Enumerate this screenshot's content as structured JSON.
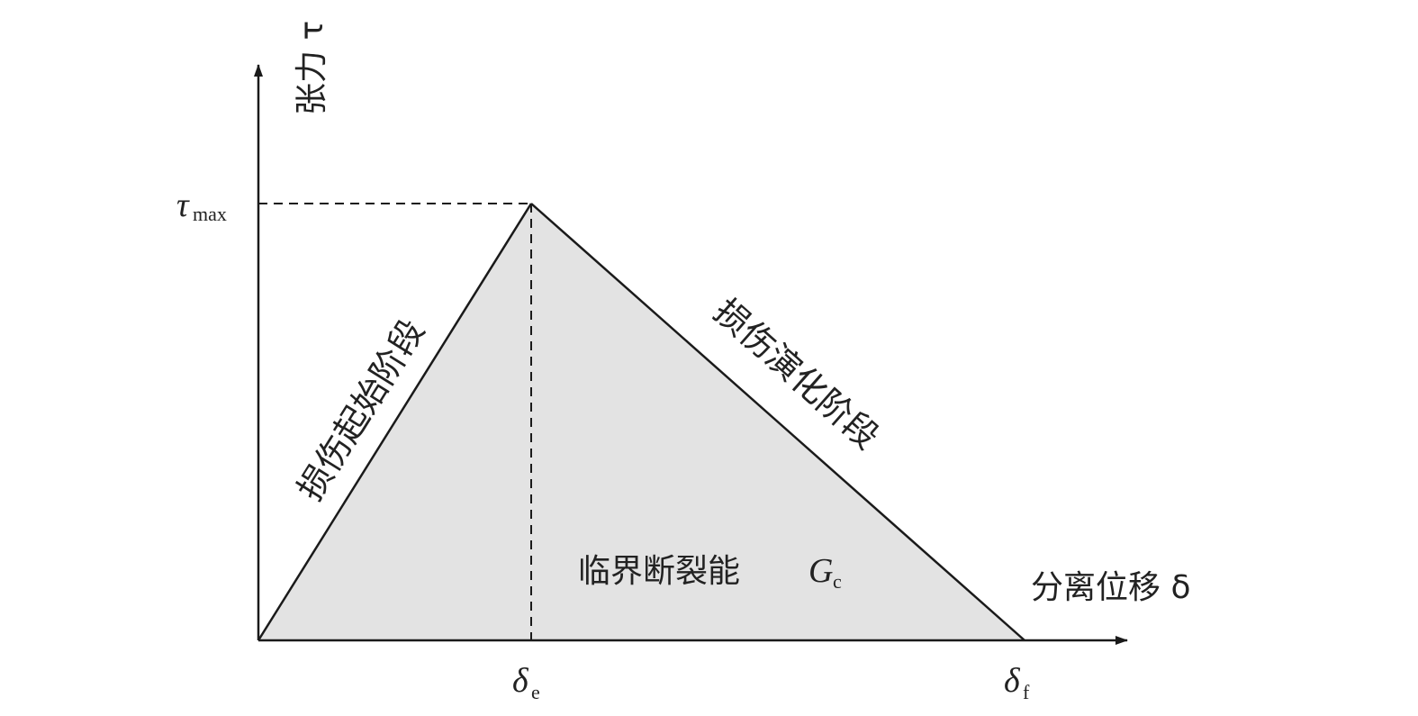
{
  "axes": {
    "y_label": "张力 τ",
    "x_label": "分离位移 δ"
  },
  "ticks": {
    "tau_max_symbol": "τ",
    "tau_max_sub": "max",
    "delta_e_symbol": "δ",
    "delta_e_sub": "e",
    "delta_f_symbol": "δ",
    "delta_f_sub": "f"
  },
  "labels": {
    "initiation_stage": "损伤起始阶段",
    "evolution_stage": "损伤演化阶段",
    "fracture_energy": "临界断裂能",
    "fracture_energy_symbol": "G",
    "fracture_energy_sub": "c"
  },
  "colors": {
    "fill": "#e3e3e3",
    "line": "#1a1a1a"
  }
}
